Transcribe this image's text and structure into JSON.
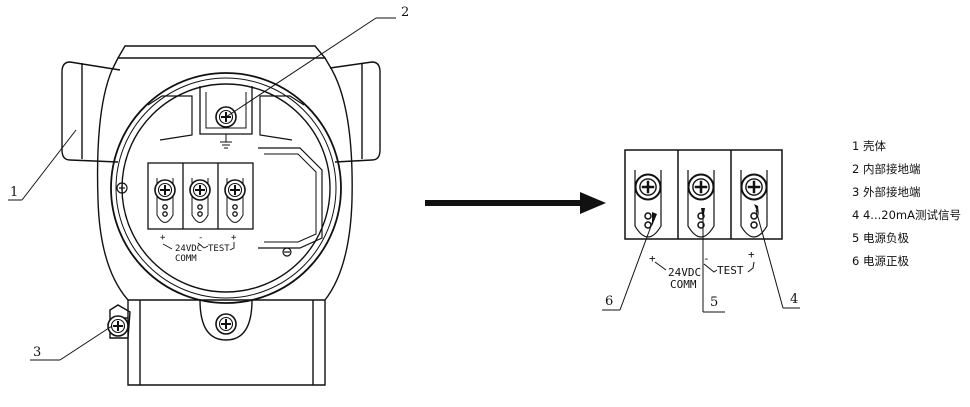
{
  "callouts": {
    "c1": "1",
    "c2": "2",
    "c3": "3",
    "c4": "4",
    "c5": "5",
    "c6": "6"
  },
  "left_terminal_labels": {
    "plus": "+",
    "minus": "-",
    "test_plus": "+",
    "voltage": "24VDC",
    "comm": "COMM",
    "test": "TEST"
  },
  "right_terminal_labels": {
    "plus": "+",
    "minus": "-",
    "test_plus": "+",
    "voltage": "24VDC",
    "comm": "COMM",
    "test": "TEST"
  },
  "legend": [
    "1 壳体",
    "2 内部接地端",
    "3 外部接地端",
    "4 4...20mA测试信号",
    "5 电源负极",
    "6 电源正极"
  ]
}
